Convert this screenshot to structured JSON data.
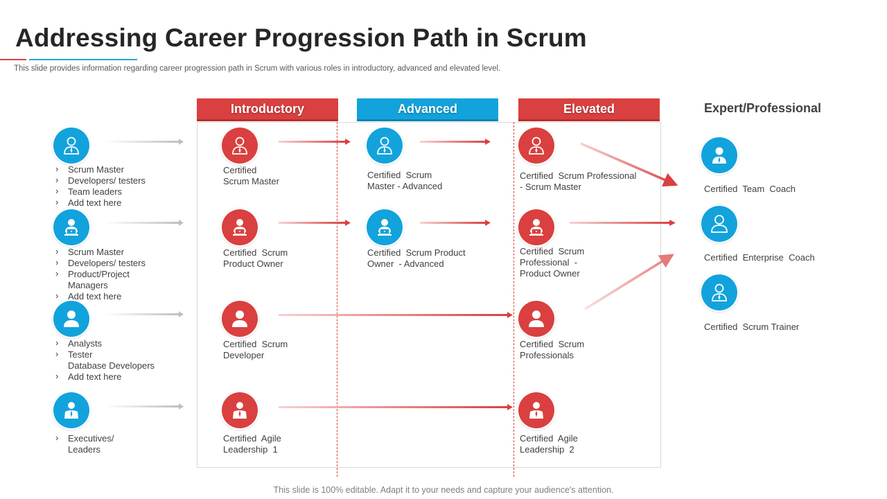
{
  "title": "Addressing Career Progression Path in Scrum",
  "subtitle": "This slide provides information regarding career progression path in Scrum with various roles in introductory, advanced and elevated level.",
  "stages": {
    "introductory": "Introductory",
    "advanced": "Advanced",
    "elevated": "Elevated",
    "expert": "Expert/Professional"
  },
  "roles": [
    {
      "icon": "person-tie-icon",
      "items": [
        "Scrum Master",
        "Developers/  testers",
        "Team  leaders",
        "Add text here"
      ]
    },
    {
      "icon": "person-laptop-icon",
      "items": [
        "Scrum Master",
        "Developers/  testers",
        "Product/Project",
        "Managers",
        "Add text here"
      ]
    },
    {
      "icon": "person-icon",
      "items": [
        "Analysts",
        "Tester",
        "Database Developers",
        "Add text here"
      ]
    },
    {
      "icon": "executive-icon",
      "items": [
        "Executives/",
        "Leaders"
      ]
    }
  ],
  "introductory": [
    {
      "icon": "person-tie-icon",
      "label": "Certified\nScrum Master"
    },
    {
      "icon": "person-laptop-icon",
      "label": "Certified  Scrum\nProduct Owner"
    },
    {
      "icon": "person-icon",
      "label": "Certified  Scrum\nDeveloper"
    },
    {
      "icon": "executive-icon",
      "label": "Certified  Agile\nLeadership  1"
    }
  ],
  "advanced": [
    {
      "icon": "person-tie-icon",
      "label": "Certified  Scrum\nMaster - Advanced"
    },
    {
      "icon": "person-laptop-icon",
      "label": "Certified  Scrum Product\nOwner  - Advanced"
    }
  ],
  "elevated": [
    {
      "icon": "person-tie-icon",
      "label": "Certified  Scrum Professional\n- Scrum Master"
    },
    {
      "icon": "person-laptop-icon",
      "label": "Certified  Scrum\nProfessional  -\nProduct Owner"
    },
    {
      "icon": "person-icon",
      "label": "Certified  Scrum\nProfessionals"
    },
    {
      "icon": "executive-icon",
      "label": "Certified  Agile\nLeadership  2"
    }
  ],
  "expert": [
    {
      "icon": "person-tie-icon",
      "label": "Certified  Team  Coach"
    },
    {
      "icon": "person-icon",
      "label": "Certified  Enterprise  Coach"
    },
    {
      "icon": "person-tie-icon",
      "label": "Certified  Scrum Trainer"
    }
  ],
  "footer": "This slide is 100% editable. Adapt it to your needs and capture your audience's attention.",
  "colors": {
    "red": "#d9403f",
    "blue": "#12a3dc",
    "grey_arrow": "#c8c8c8"
  }
}
